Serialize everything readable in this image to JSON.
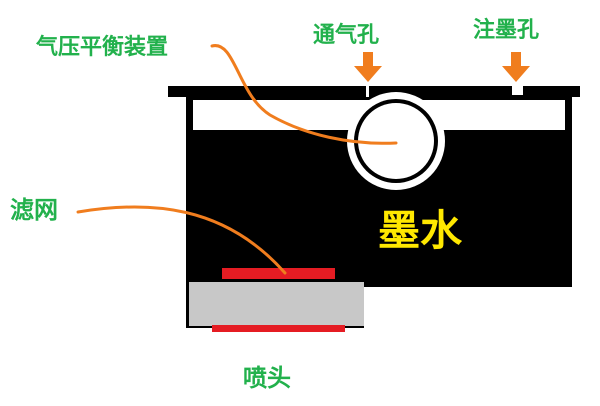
{
  "labels": {
    "pressure_balance": "气压平衡装置",
    "vent_hole": "通气孔",
    "ink_fill_hole": "注墨孔",
    "filter": "滤网",
    "ink": "墨水",
    "nozzle": "喷头"
  },
  "colors": {
    "label_green": "#22b14c",
    "ink_text_yellow": "#ffe800",
    "arrow_orange": "#f07d1e",
    "leader_orange": "#f07d1e",
    "filter_red": "#e51c23",
    "nozzle_gray": "#c8c8c8",
    "ink_black": "#000000"
  }
}
